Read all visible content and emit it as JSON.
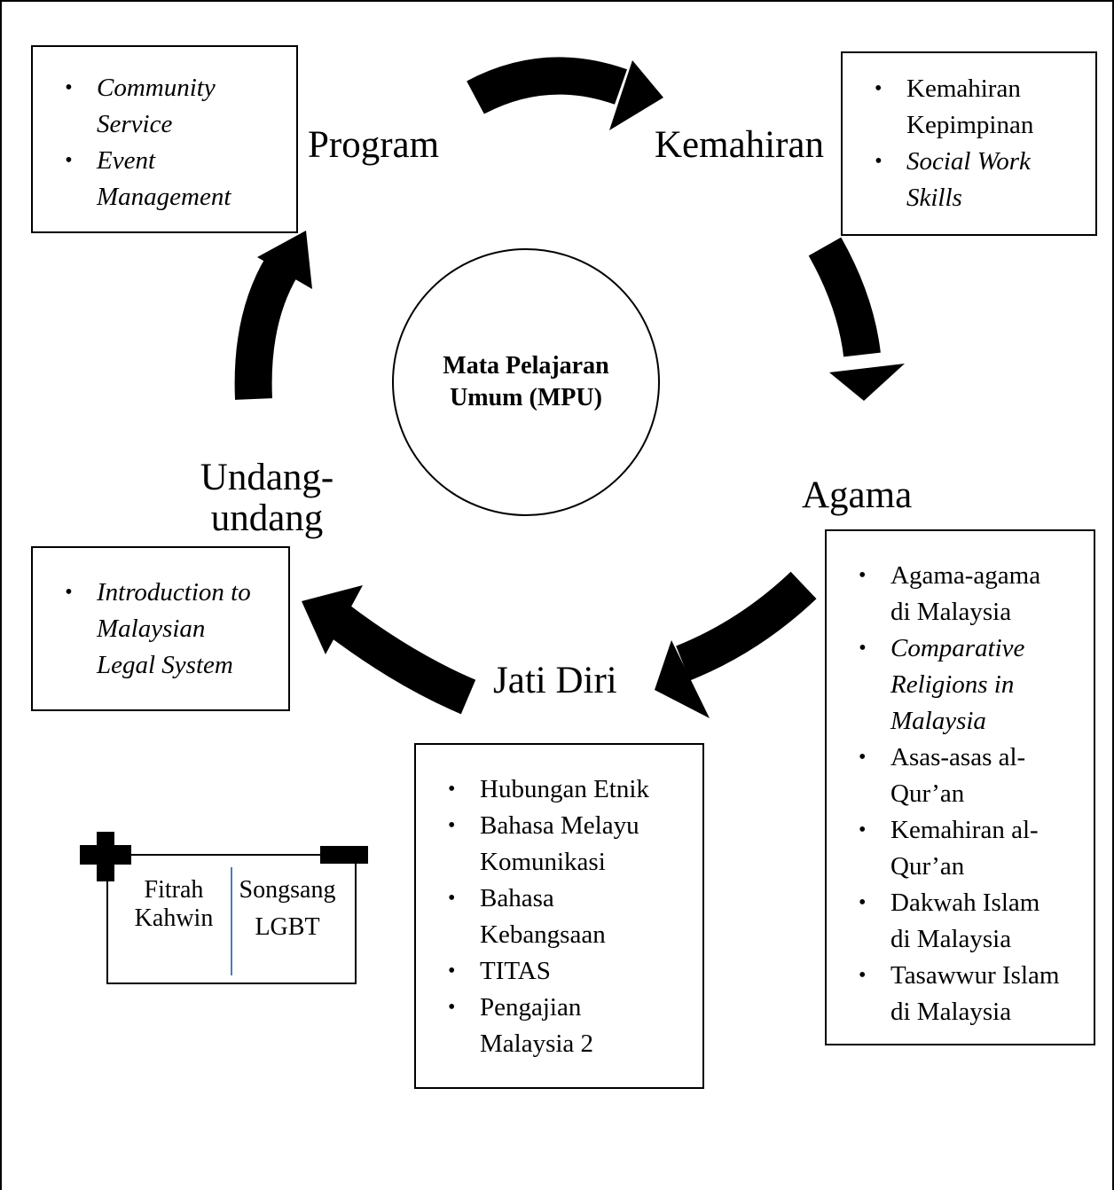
{
  "center": {
    "line1": "Mata Pelajaran",
    "line2": "Umum (MPU)"
  },
  "labels": {
    "program": "Program",
    "kemahiran": "Kemahiran",
    "agama": "Agama",
    "jati_diri": "Jati Diri",
    "undang_line1": "Undang-",
    "undang_line2": "undang"
  },
  "boxes": {
    "program": [
      {
        "text": "Community Service",
        "italic": true
      },
      {
        "text": "Event Management",
        "italic": true
      }
    ],
    "kemahiran": [
      {
        "text": "Kemahiran Kepimpinan",
        "italic": false
      },
      {
        "text": "Social Work Skills",
        "italic": true
      }
    ],
    "undang": [
      {
        "text": "Introduction to Malaysian Legal System",
        "italic": true
      }
    ],
    "jati_diri": [
      {
        "text": "Hubungan Etnik",
        "italic": false
      },
      {
        "text": "Bahasa Melayu Komunikasi",
        "italic": false
      },
      {
        "text": "Bahasa Kebangsaan",
        "italic": false
      },
      {
        "text": "TITAS",
        "italic": false
      },
      {
        "text": "Pengajian Malaysia 2",
        "italic": false
      }
    ],
    "agama": [
      {
        "text": "Agama-agama di Malaysia",
        "italic": false
      },
      {
        "text": "Comparative Religions in Malaysia",
        "italic": true
      },
      {
        "text": "Asas-asas al-Qur’an",
        "italic": false
      },
      {
        "text": "Kemahiran al-Qur’an",
        "italic": false
      },
      {
        "text": "Dakwah Islam di Malaysia",
        "italic": false
      },
      {
        "text": "Tasawwur Islam di Malaysia",
        "italic": false
      }
    ]
  },
  "battery": {
    "left_line1": "Fitrah",
    "left_line2": "Kahwin",
    "right_line1": "Songsang",
    "right_line2": "LGBT",
    "divider_color": "#4a7ebb"
  }
}
